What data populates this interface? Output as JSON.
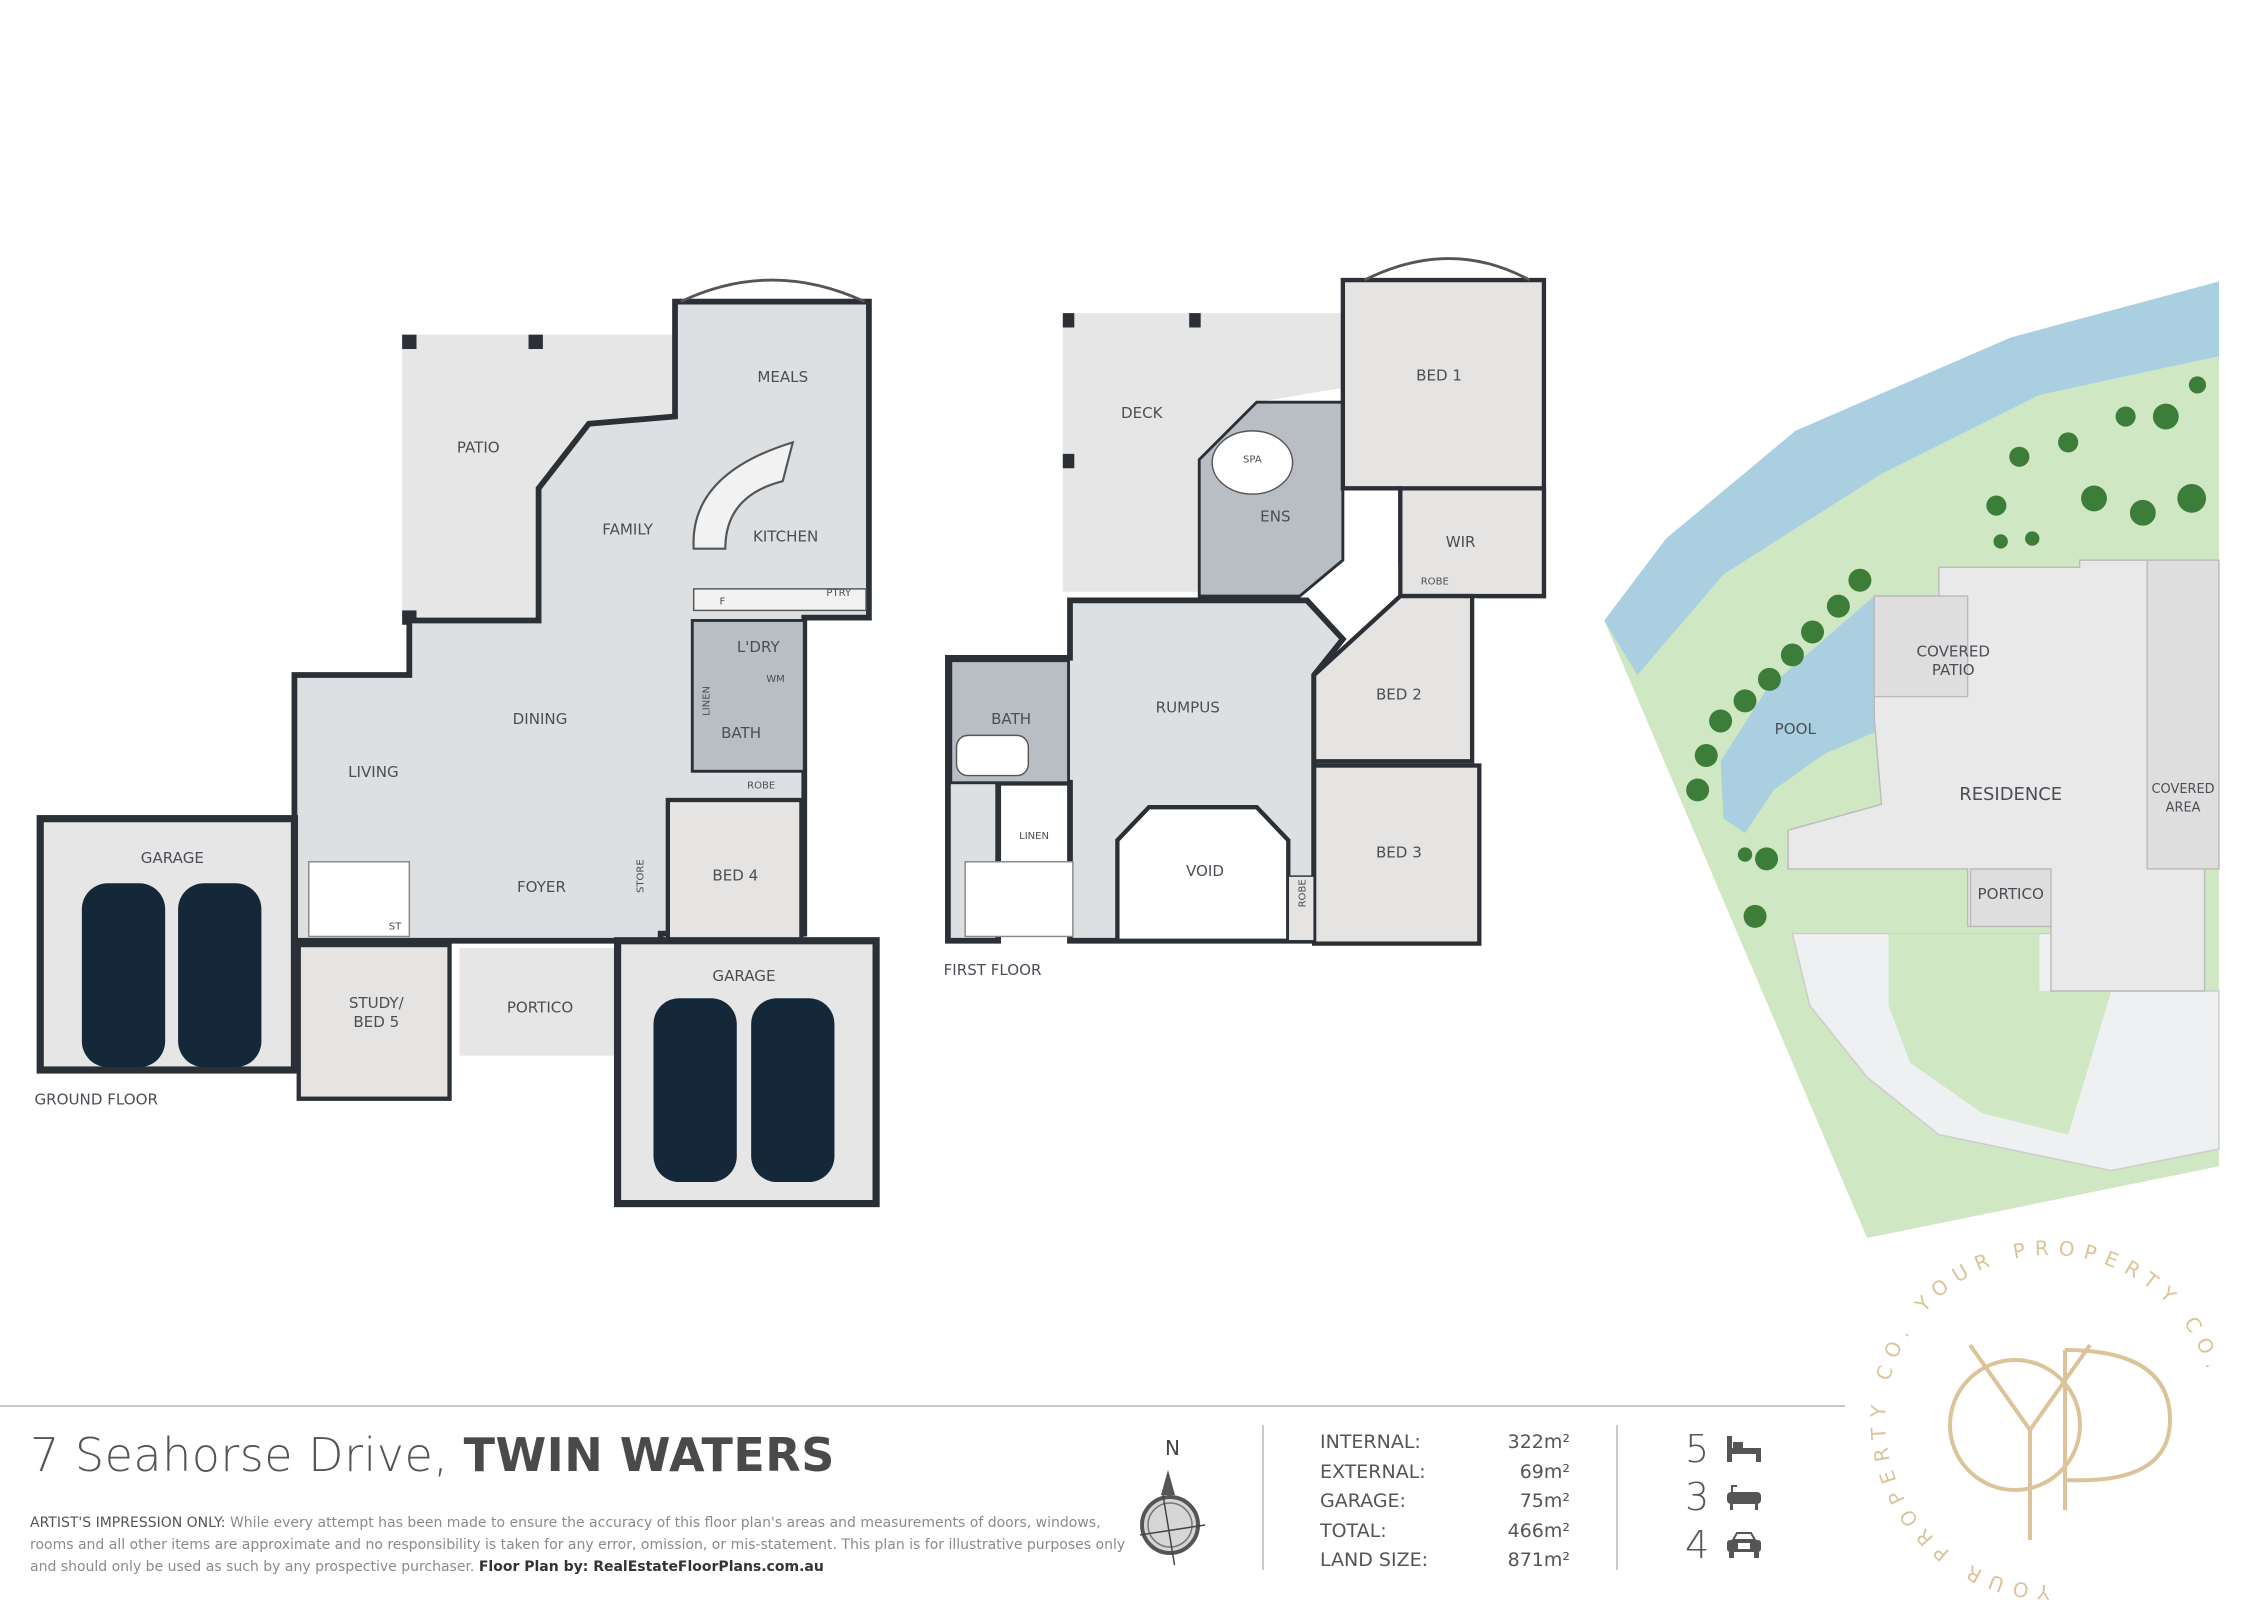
{
  "address": {
    "street": "7 Seahorse Drive,",
    "suburb": "TWIN WATERS"
  },
  "disclaimer": {
    "lead": "ARTIST'S IMPRESSION ONLY:",
    "body": "While every attempt has been made to ensure the accuracy of this floor plan's areas and measurements of doors, windows, rooms and all other items are approximate and no responsibility is taken for any error, omission, or mis-statement. This plan is for illustrative purposes only and should only be used as such by any prospective purchaser.",
    "credit": "Floor Plan by: RealEstateFloorPlans.com.au"
  },
  "compass": {
    "label": "N"
  },
  "areas": [
    {
      "label": "INTERNAL:",
      "value": "322m²"
    },
    {
      "label": "EXTERNAL:",
      "value": "69m²"
    },
    {
      "label": "GARAGE:",
      "value": "75m²"
    },
    {
      "label": "TOTAL:",
      "value": "466m²"
    },
    {
      "label": "LAND SIZE:",
      "value": "871m²"
    }
  ],
  "features": [
    {
      "count": "5",
      "icon": "bed-icon"
    },
    {
      "count": "3",
      "icon": "bath-icon"
    },
    {
      "count": "4",
      "icon": "car-icon"
    }
  ],
  "ground_floor": {
    "caption": "GROUND FLOOR",
    "rooms": {
      "patio": "PATIO",
      "meals": "MEALS",
      "family": "FAMILY",
      "kitchen": "KITCHEN",
      "fridge": "F",
      "pantry": "PTRY",
      "laundry": "L'DRY",
      "wm": "WM",
      "linen": "LINEN",
      "bath": "BATH",
      "robe": "ROBE",
      "dining": "DINING",
      "living": "LIVING",
      "garage_left": "GARAGE",
      "foyer": "FOYER",
      "store": "STORE",
      "bed4": "BED 4",
      "st": "ST",
      "study_1": "STUDY/",
      "study_2": "BED 5",
      "portico": "PORTICO",
      "garage_right": "GARAGE"
    }
  },
  "first_floor": {
    "caption": "FIRST FLOOR",
    "rooms": {
      "deck": "DECK",
      "spa": "SPA",
      "ens": "ENS",
      "bed1": "BED 1",
      "wir": "WIR",
      "robe1": "ROBE",
      "bed2": "BED 2",
      "bath": "BATH",
      "rumpus": "RUMPUS",
      "linen": "LINEN",
      "void": "VOID",
      "robe2": "ROBE",
      "bed3": "BED 3"
    }
  },
  "site_plan": {
    "covered_patio_1": "COVERED",
    "covered_patio_2": "PATIO",
    "pool": "POOL",
    "residence": "RESIDENCE",
    "covered_area_1": "COVERED",
    "covered_area_2": "AREA",
    "portico": "PORTICO"
  },
  "logo": {
    "ring_text": "YOUR PROPERTY CO. YOUR PROPERTY CO.",
    "monogram": "YP"
  },
  "colors": {
    "wall": "#2b2f36",
    "floor": "#dde0e3",
    "water": "#a9cfe0",
    "grass": "#cfe7c2",
    "car": "#15283a",
    "logo_gold": "#dcc39a"
  }
}
